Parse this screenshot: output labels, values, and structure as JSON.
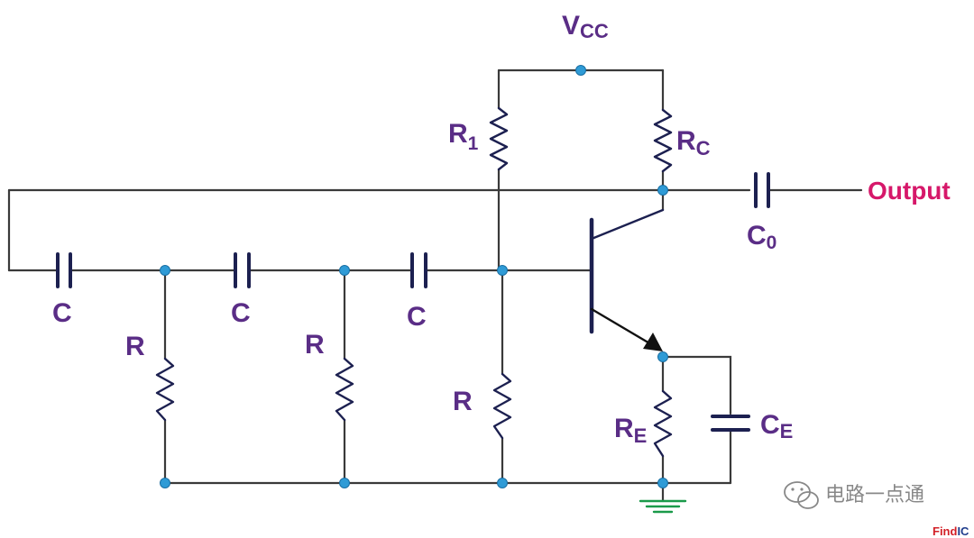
{
  "colors": {
    "wire": "#3a3a3a",
    "component": "#1c2050",
    "label": "#5a2d86",
    "output": "#d6186a",
    "node": "#2f9bd6",
    "ground": "#1a9a4a",
    "arrow": "#111111",
    "watermark": "#888888",
    "brand_red": "#d21f26",
    "brand_blue": "#1e3c8c"
  },
  "labels": {
    "vcc_main": "V",
    "vcc_sub": "CC",
    "r1_main": "R",
    "r1_sub": "1",
    "rc_main": "R",
    "rc_sub": "C",
    "output": "Output",
    "c0_main": "C",
    "c0_sub": "0",
    "c1": "C",
    "c2": "C",
    "c3": "C",
    "r_a": "R",
    "r_b": "R",
    "r_c": "R",
    "re_main": "R",
    "re_sub": "E",
    "ce_main": "C",
    "ce_sub": "E"
  },
  "watermark": {
    "icon": "wechat-icon",
    "text": "电路一点通"
  },
  "brand": {
    "part1": "Find",
    "part2": "IC"
  }
}
